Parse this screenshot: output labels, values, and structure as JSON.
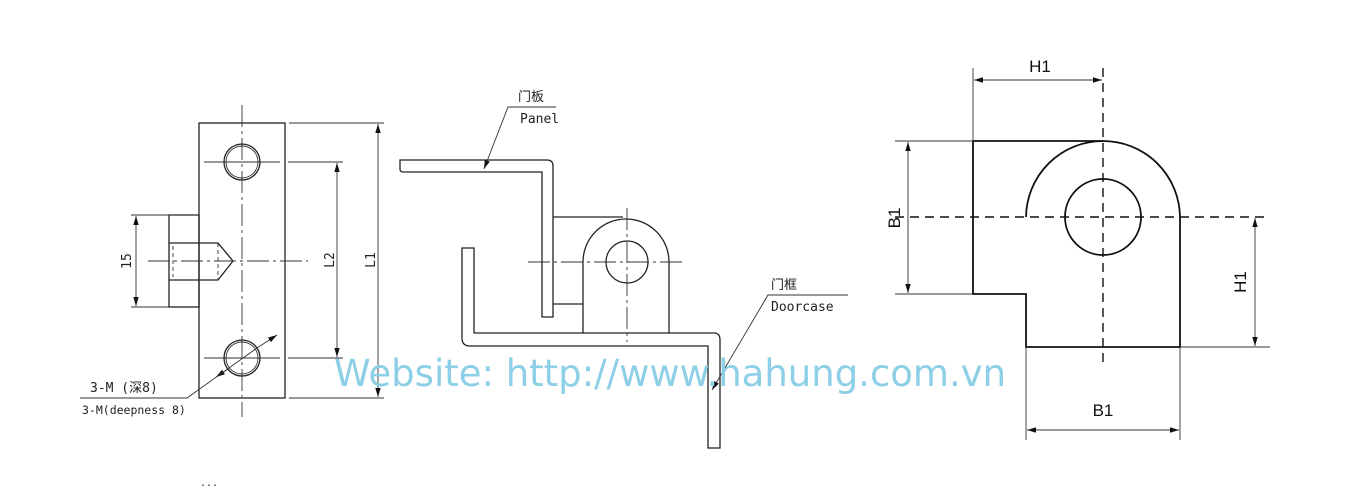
{
  "left_view": {
    "dim_15": "15",
    "dim_l2": "L2",
    "dim_l1": "L1",
    "thread_note_cn": "3-M (深8)",
    "thread_note_en": "3-M(deepness 8)",
    "footer_mark": "..."
  },
  "middle_view": {
    "panel_cn": "门板",
    "panel_en": "Panel",
    "doorcase_cn": "门框",
    "doorcase_en": "Doorcase"
  },
  "right_view": {
    "dim_h1_top": "H1",
    "dim_b1_left": "B1",
    "dim_h1_right": "H1",
    "dim_b1_bottom": "B1"
  },
  "watermark": "Website: http://www.hahung.com.vn"
}
